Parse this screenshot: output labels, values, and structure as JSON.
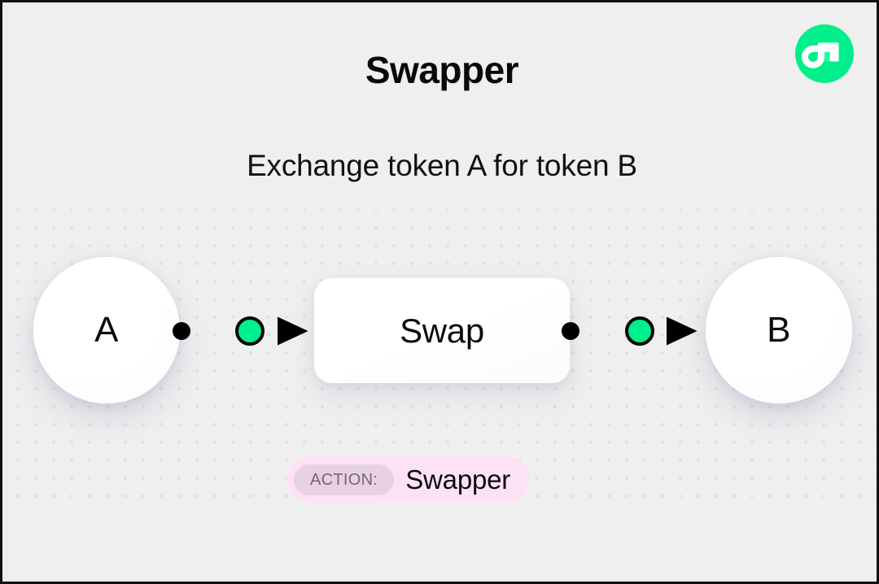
{
  "page": {
    "title": "Swapper",
    "subtitle": "Exchange token A for token B",
    "background_color": "#efefef",
    "border_color": "#111111"
  },
  "logo": {
    "name": "flow-logo",
    "circle_color": "#00EF8B",
    "mark_color": "#ffffff",
    "accent_color": "#16FF99"
  },
  "diagram": {
    "nodes": [
      {
        "id": "token-a",
        "label": "A",
        "shape": "circle"
      },
      {
        "id": "swap",
        "label": "Swap",
        "shape": "rounded-rect"
      },
      {
        "id": "token-b",
        "label": "B",
        "shape": "circle"
      }
    ],
    "edges": [
      {
        "id": "edge-a-swap",
        "from": "token-a",
        "to": "swap",
        "handle_color": "#000000",
        "midpoint_color": "#00EF8B",
        "line_color": "#000000"
      },
      {
        "id": "edge-swap-b",
        "from": "swap",
        "to": "token-b",
        "handle_color": "#000000",
        "midpoint_color": "#00EF8B",
        "line_color": "#000000"
      }
    ]
  },
  "action_badge": {
    "tag": "ACTION:",
    "value": "Swapper",
    "background_color": "#fce2f6",
    "tag_background_color": "#e9d1e4",
    "tag_text_color": "#6f6a71",
    "value_text_color": "#0a0a0a"
  }
}
